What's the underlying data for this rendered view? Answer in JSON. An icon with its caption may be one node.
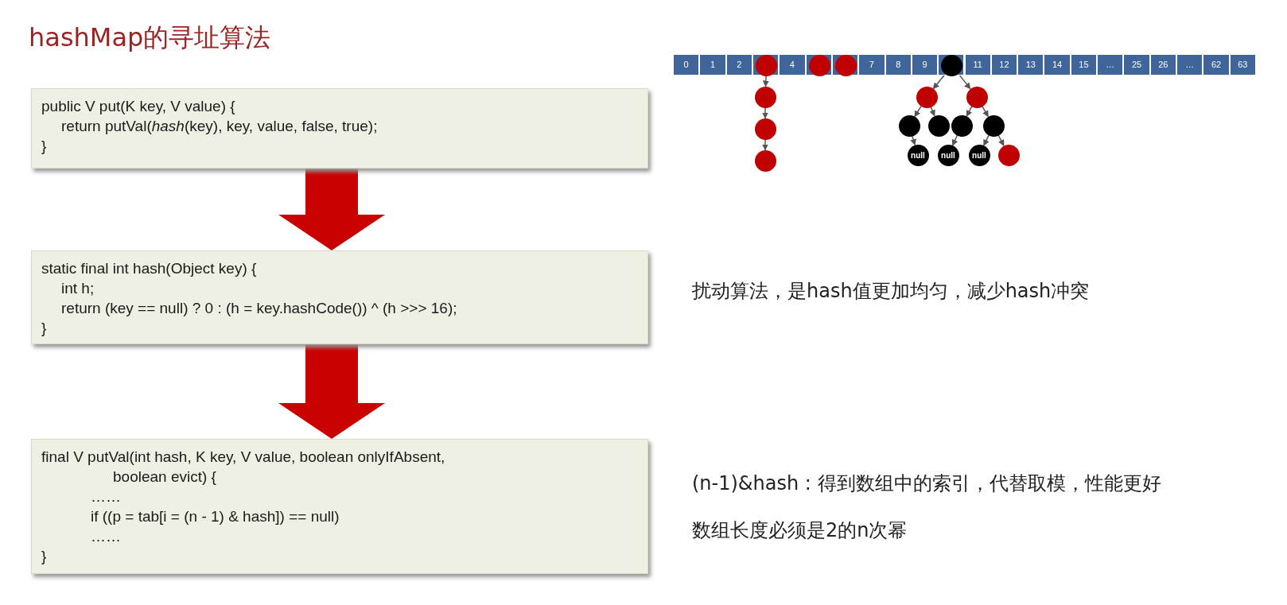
{
  "diagram": {
    "title": "hashMap的寻址算法",
    "nodes": [
      {
        "text": [
          "public V put(K key, V value) {",
          "return putVal(*hash*(key), key, value, false, true);",
          "}"
        ]
      },
      {
        "text": [
          "static final int hash(Object key) {",
          "int h;",
          "return (key == null) ? 0 : (h = key.hashCode()) ^ (h >>> 16);",
          "}"
        ]
      },
      {
        "text": [
          "final V putVal(int hash, K key, V value, boolean onlyIfAbsent,",
          "boolean evict) {",
          "……",
          "if ((p = tab[i = (n - 1) & hash]) == null)",
          "……",
          "}"
        ]
      },
      {
        "text": [
          "0"
        ]
      },
      {
        "text": [
          "1"
        ]
      },
      {
        "text": [
          "2"
        ]
      },
      {
        "text": [],
        "shape": "box"
      },
      {
        "text": [
          "4"
        ]
      },
      {
        "text": [],
        "shape": "box"
      },
      {
        "text": [],
        "shape": "box"
      },
      {
        "text": [
          "7"
        ]
      },
      {
        "text": [
          "8"
        ]
      },
      {
        "text": [
          "9"
        ]
      },
      {
        "text": [],
        "shape": "box"
      },
      {
        "text": [
          "11"
        ]
      },
      {
        "text": [
          "12"
        ]
      },
      {
        "text": [
          "13"
        ]
      },
      {
        "text": [
          "14"
        ]
      },
      {
        "text": [
          "15"
        ]
      },
      {
        "text": [
          "…"
        ]
      },
      {
        "text": [
          "25"
        ]
      },
      {
        "text": [
          "26"
        ]
      },
      {
        "text": [
          "…"
        ]
      },
      {
        "text": [
          "62"
        ]
      },
      {
        "text": [
          "63"
        ]
      },
      {
        "text": [],
        "shape": "circle",
        "in": 6
      },
      {
        "text": [],
        "shape": "circle",
        "in": 8
      },
      {
        "text": [],
        "shape": "circle",
        "in": 9
      },
      {
        "text": [],
        "shape": "circle",
        "in": 13
      },
      {
        "text": [],
        "shape": "circle"
      },
      {
        "text": [],
        "shape": "circle"
      },
      {
        "text": [],
        "shape": "circle"
      },
      {
        "text": [],
        "shape": "circle"
      },
      {
        "text": [],
        "shape": "circle"
      },
      {
        "text": [],
        "shape": "circle"
      },
      {
        "text": [],
        "shape": "circle"
      },
      {
        "text": [],
        "shape": "circle"
      },
      {
        "text": [],
        "shape": "circle"
      },
      {
        "text": [
          "null"
        ]
      },
      {
        "text": [
          "null"
        ]
      },
      {
        "text": [
          "null"
        ]
      },
      {
        "text": [],
        "shape": "circle"
      }
    ],
    "edges": [
      {
        "from": 0,
        "to": 1,
        "arrow": "to",
        "style": "thick",
        "color": "#c80000"
      },
      {
        "from": 1,
        "to": 2,
        "arrow": "to",
        "style": "thick",
        "color": "#c80000"
      },
      {
        "from": 25,
        "to": 29,
        "arrow": "to"
      },
      {
        "from": 29,
        "to": 30,
        "arrow": "to"
      },
      {
        "from": 30,
        "to": 31,
        "arrow": "to"
      },
      {
        "from": 28,
        "to": 32,
        "arrow": "to"
      },
      {
        "from": 28,
        "to": 33,
        "arrow": "to"
      },
      {
        "from": 32,
        "to": 34,
        "arrow": "to"
      },
      {
        "from": 32,
        "to": 35,
        "arrow": "to"
      },
      {
        "from": 33,
        "to": 36,
        "arrow": "to"
      },
      {
        "from": 33,
        "to": 37,
        "arrow": "to"
      },
      {
        "from": 34,
        "to": 38,
        "arrow": "to"
      },
      {
        "from": 36,
        "to": 39,
        "arrow": "to"
      },
      {
        "from": 37,
        "to": 40,
        "arrow": "to"
      },
      {
        "from": 37,
        "to": 41,
        "arrow": "to"
      }
    ],
    "labels": [
      "扰动算法，是hash值更加均匀，减少hash冲突",
      "(n-1)&hash : 得到数组中的索引，代替取模，性能更好",
      "数组长度必须是2的n次幂"
    ]
  }
}
